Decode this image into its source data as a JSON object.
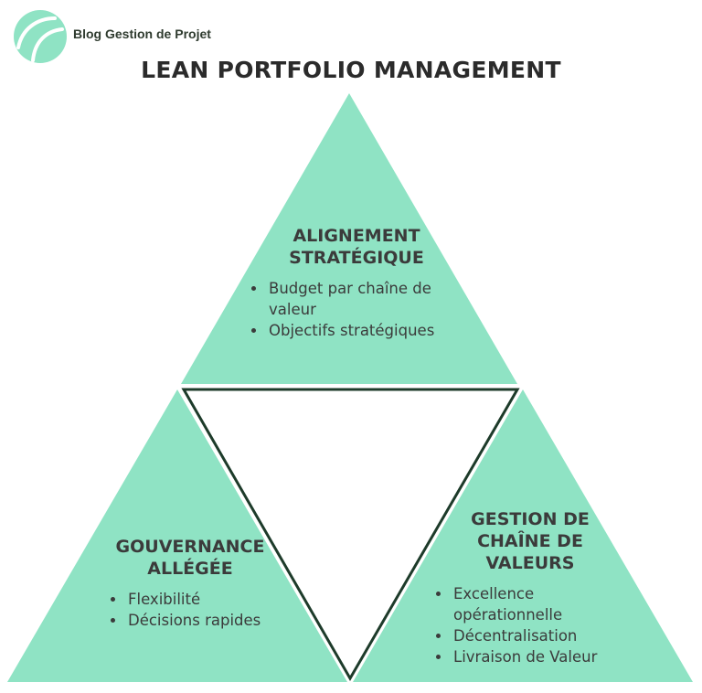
{
  "brand": {
    "name": "Blog Gestion de Projet",
    "logo_icon": "leaf-logo-icon",
    "color": "#8fe3c4"
  },
  "title": "LEAN PORTFOLIO MANAGEMENT",
  "colors": {
    "triangle_fill": "#8fe3c4",
    "inner_triangle_stroke": "#1d3b2a",
    "text": "#3b3b3b"
  },
  "sections": {
    "top": {
      "heading_line1": "ALIGNEMENT",
      "heading_line2": "STRATÉGIQUE",
      "items": [
        "Budget par chaîne de valeur",
        "Objectifs stratégiques"
      ]
    },
    "left": {
      "heading_line1": "GOUVERNANCE",
      "heading_line2": "ALLÉGÉE",
      "items": [
        "Flexibilité",
        "Décisions rapides"
      ]
    },
    "right": {
      "heading_line1": "GESTION DE",
      "heading_line2": "CHAÎNE DE",
      "heading_line3": "VALEURS",
      "items": [
        "Excellence opérationnelle",
        "Décentralisation",
        "Livraison de Valeur"
      ]
    }
  }
}
